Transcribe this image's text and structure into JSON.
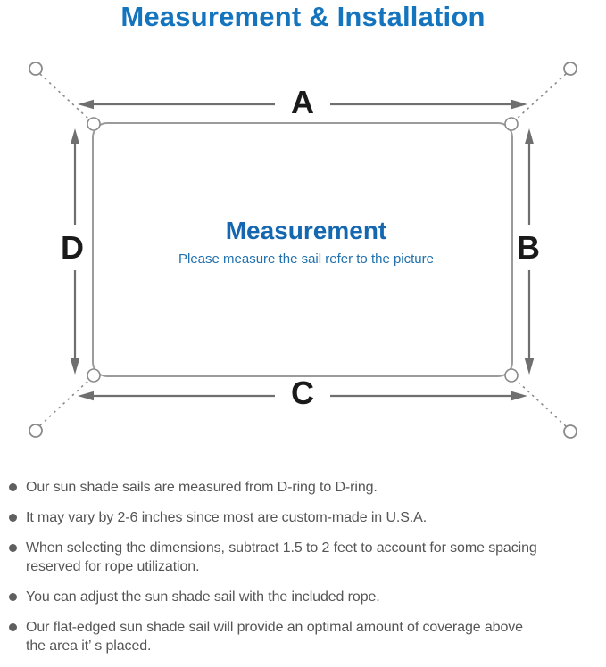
{
  "title": "Measurement & Installation",
  "diagram": {
    "center_title": "Measurement",
    "center_subtitle": "Please measure the sail refer to the picture",
    "edge_labels": {
      "top": "A",
      "right": "B",
      "bottom": "C",
      "left": "D"
    },
    "colors": {
      "title_blue": "#1474bd",
      "center_title_blue": "#1568b0",
      "center_subtitle_blue": "#2071ae",
      "label_black": "#1a1a1a",
      "arrow_gray": "#6f6f6f",
      "sail_edge_gray": "#9b9b9b",
      "ring_gray": "#8a8a8a",
      "body_text_gray": "#555555"
    }
  },
  "notes": {
    "bullets": [
      {
        "lines": [
          "Our sun shade sails are measured from D-ring to D-ring."
        ]
      },
      {
        "lines": [
          "It may vary by 2-6 inches since most are custom-made in U.S.A."
        ]
      },
      {
        "lines": [
          "When selecting the dimensions, subtract 1.5 to 2 feet to account for some spacing",
          "reserved for rope utilization."
        ]
      },
      {
        "lines": [
          "You can adjust the sun shade sail with the included rope."
        ]
      },
      {
        "lines": [
          "Our flat-edged sun shade sail will provide an optimal amount of coverage above",
          "the area it’ s placed."
        ]
      }
    ]
  }
}
